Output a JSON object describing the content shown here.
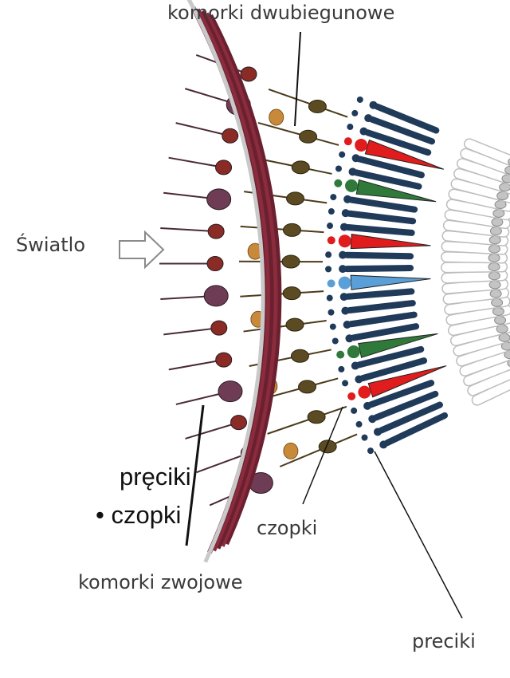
{
  "labels": {
    "bipolar": "komorki dwubiegunowe",
    "light": "Światlo",
    "cones": "czopki",
    "ganglion": "komorki zwojowe",
    "rods": "preciki"
  },
  "side_text": {
    "rods": "pręciki",
    "cones": "czopki"
  },
  "colors": {
    "rod": "#203a5a",
    "cone_red": "#e01c1c",
    "cone_green": "#2f7a3b",
    "cone_blue": "#5a9fd8",
    "ganglion_soma": "#6e3d55",
    "ganglion_soma_small": "#8a2b25",
    "bipolar_soma": "#5b4a22",
    "amacrine_soma": "#c88a3a",
    "fiber_layer": "#6b2030"
  },
  "icons": {
    "light_arrow": "hollow-arrow-right-icon"
  }
}
